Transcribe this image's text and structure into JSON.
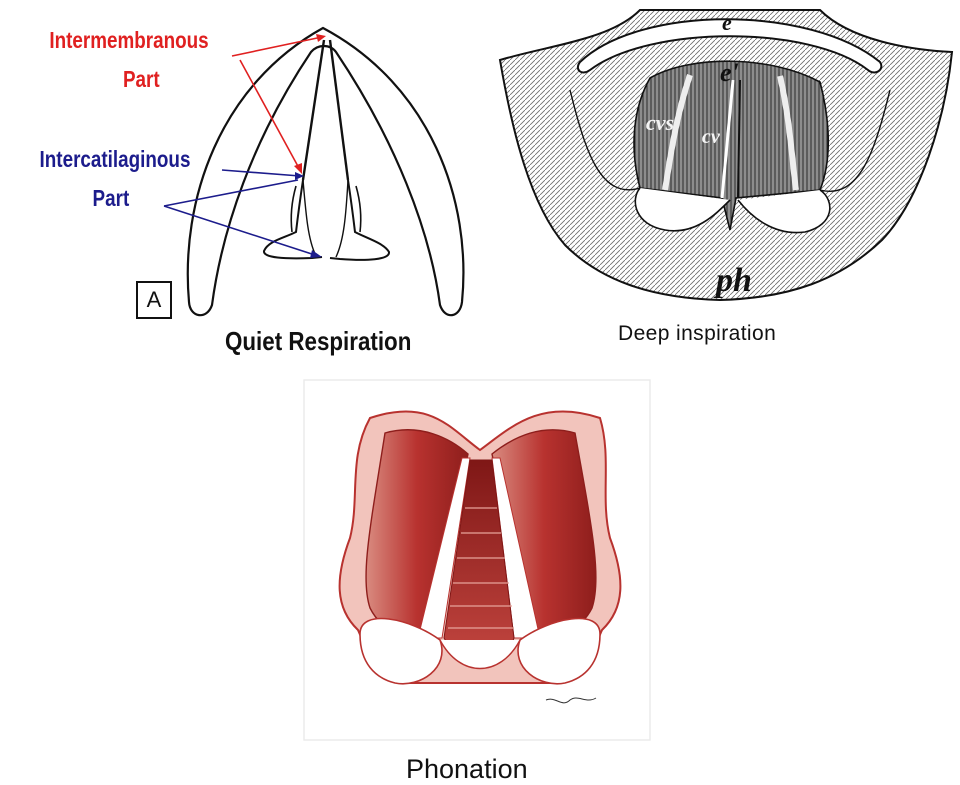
{
  "quiet_panel": {
    "label_intermembranous_line1": "Intermembranous",
    "label_intermembranous_line2": "Part",
    "label_intercartilaginous_line1": "Intercatilaginous",
    "label_intercartilaginous_line2": "Part",
    "panel_letter": "A",
    "title": "Quiet Respiration",
    "colors": {
      "red_label": "#e02020",
      "blue_label": "#1c1c8c"
    }
  },
  "deep_panel": {
    "caption": "Deep inspiration",
    "engraving_labels": {
      "epiglottis": "e",
      "epiglottis_tubercle": "e'",
      "ventricular_fold": "cvs",
      "vocal_cord": "cv",
      "pharynx": "ph"
    }
  },
  "phonation_panel": {
    "caption": "Phonation",
    "colors": {
      "tissue": "#b8322f",
      "tissue_light": "#e7a39a"
    }
  }
}
